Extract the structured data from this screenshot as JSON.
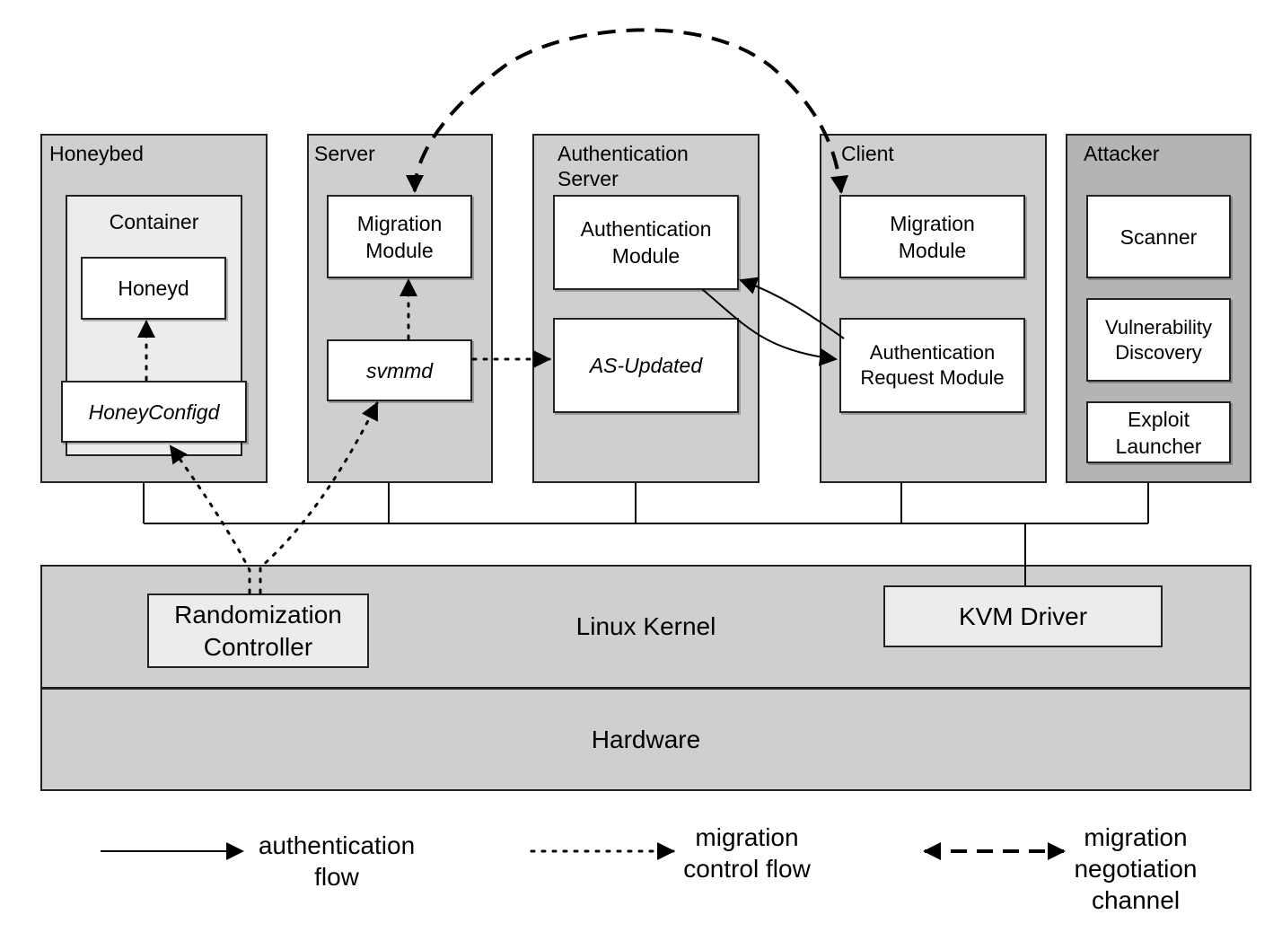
{
  "groups": {
    "honeybed": {
      "title": "Honeybed",
      "container_label": "Container",
      "honeyd": "Honeyd",
      "honeyconfigd": "HoneyConfigd"
    },
    "server": {
      "title": "Server",
      "migration_module": "Migration\nModule",
      "svmmd": "svmmd"
    },
    "auth_server": {
      "title": "Authentication\n        Server",
      "auth_module": "Authentication\nModule",
      "as_updated": "AS-Updated"
    },
    "client": {
      "title": "Client",
      "migration_module": "Migration\nModule",
      "auth_request_module": "Authentication\nRequest Module"
    },
    "attacker": {
      "title": "Attacker",
      "scanner": "Scanner",
      "vuln_discovery": "Vulnerability\nDiscovery",
      "exploit_launcher": "Exploit\nLauncher"
    }
  },
  "kernel": {
    "label": "Linux Kernel",
    "randomization_controller": "Randomization\nController",
    "kvm_driver": "KVM Driver"
  },
  "hardware": {
    "label": "Hardware"
  },
  "legend": {
    "solid": "authentication\nflow",
    "dotted": "migration\ncontrol flow",
    "dashed": "migration\nnegotiation\nchannel"
  },
  "colors": {
    "group_fill": "#cfcfcf",
    "attacker_fill": "#b4b4b4",
    "container_fill": "#ececec",
    "line": "#000000"
  }
}
